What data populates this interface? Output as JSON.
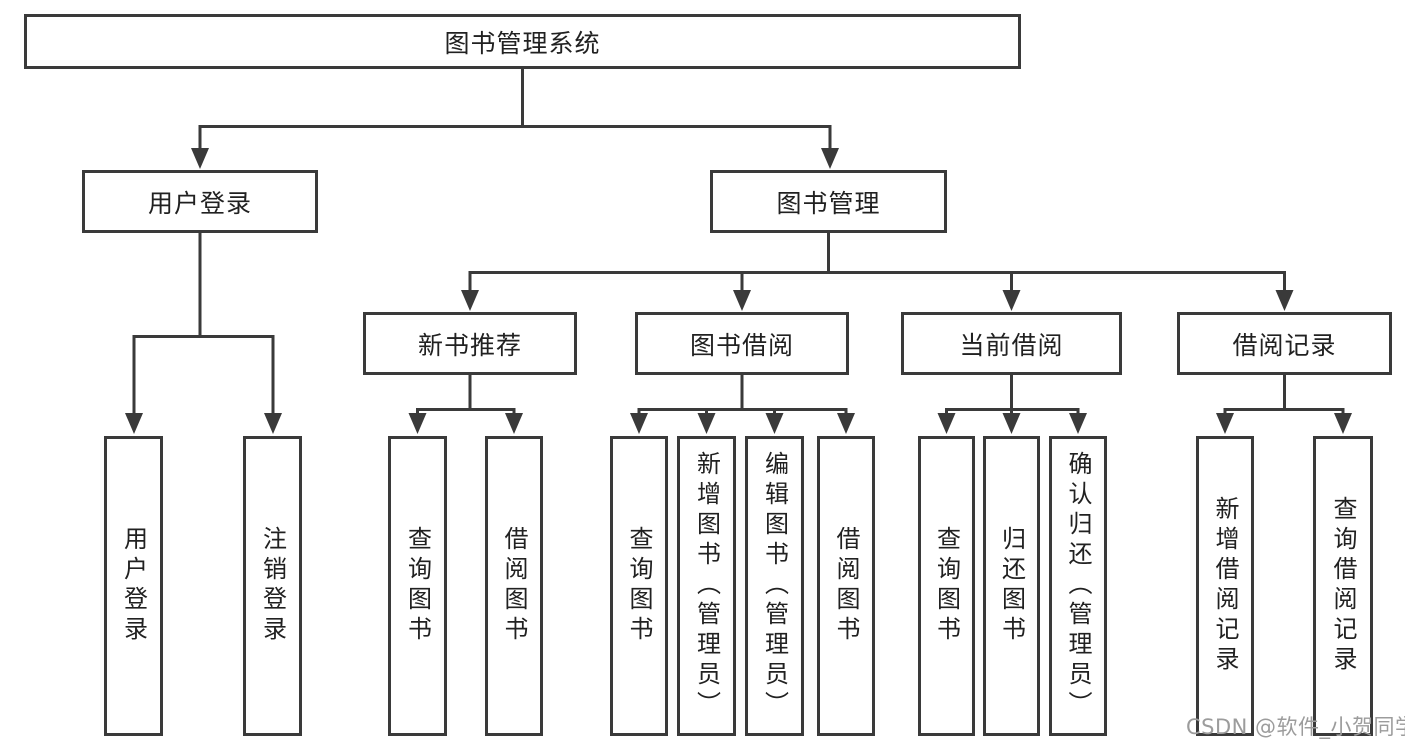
{
  "diagram_title": "图书管理系统",
  "nodes": {
    "root": {
      "label": "图书管理系统"
    },
    "level1": [
      {
        "label": "用户登录"
      },
      {
        "label": "图书管理"
      }
    ],
    "level2": [
      {
        "label": "新书推荐"
      },
      {
        "label": "图书借阅"
      },
      {
        "label": "当前借阅"
      },
      {
        "label": "借阅记录"
      }
    ],
    "leaves": {
      "user_login": [
        "用户登录",
        "注销登录"
      ],
      "new_book_recommendation": [
        "查询图书",
        "借阅图书"
      ],
      "book_borrowing": [
        "查询图书",
        "新增图书（管理员）",
        "编辑图书（管理员）",
        "借阅图书"
      ],
      "current_borrowing": [
        "查询图书",
        "归还图书",
        "确认归还（管理员）"
      ],
      "borrowing_records": [
        "新增借阅记录",
        "查询借阅记录"
      ]
    }
  },
  "watermark": {
    "text": "CSDN @软件_小贺同学",
    "color": "#9c9c9c"
  },
  "colors": {
    "line": "#3a3a3a",
    "text": "#212121",
    "background": "#ffffff"
  }
}
